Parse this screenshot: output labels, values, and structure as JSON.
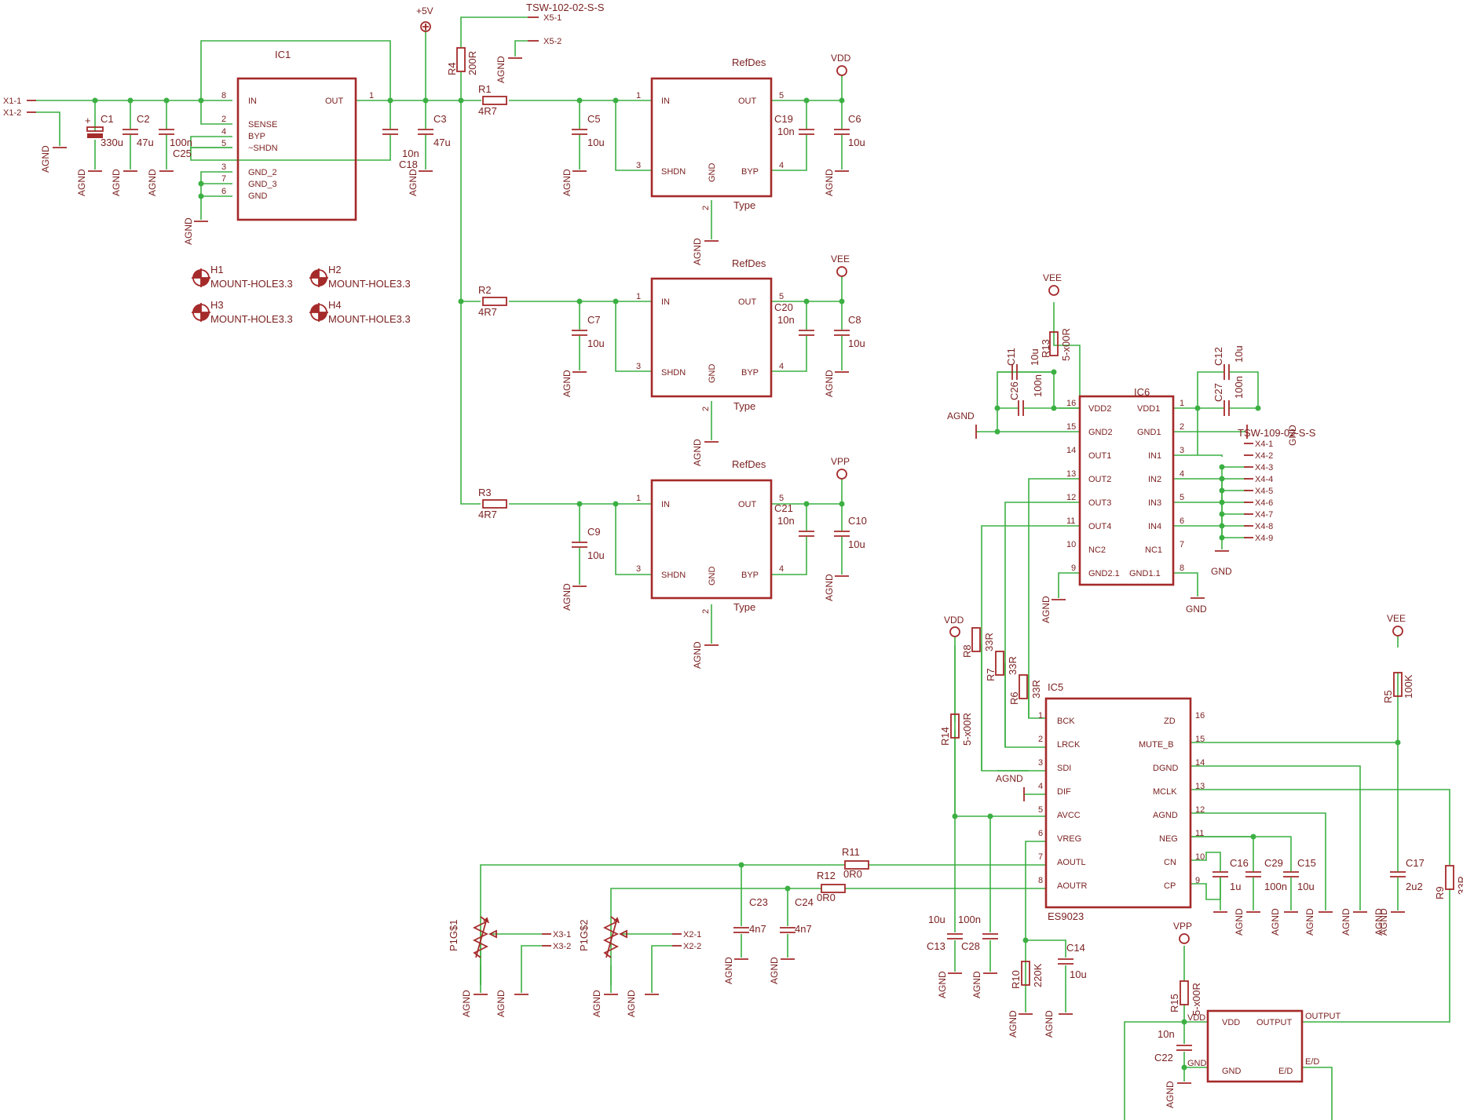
{
  "ic1": {
    "ref": "IC1",
    "in": "IN",
    "out": "OUT",
    "sense": "SENSE",
    "byp": "BYP",
    "shdn": "~SHDN",
    "gnd2": "GND_2",
    "gnd3": "GND_3",
    "gnd": "GND",
    "p8": "8",
    "p1": "1",
    "p2": "2",
    "p4": "4",
    "p5": "5",
    "p3": "3",
    "p7": "7",
    "p6": "6"
  },
  "ldo": {
    "refdes": "RefDes",
    "type": "Type",
    "in": "IN",
    "out": "OUT",
    "shdn": "SHDN",
    "gnd": "GND",
    "byp": "BYP",
    "p1": "1",
    "p5": "5",
    "p3": "3",
    "p4": "4",
    "p2": "2"
  },
  "ic6": {
    "ref": "IC6",
    "vdd2": "VDD2",
    "vdd1": "VDD1",
    "gnd2": "GND2",
    "gnd1": "GND1",
    "out1": "OUT1",
    "in1": "IN1",
    "out2": "OUT2",
    "in2": "IN2",
    "out3": "OUT3",
    "in3": "IN3",
    "out4": "OUT4",
    "in4": "IN4",
    "nc2": "NC2",
    "nc1": "NC1",
    "gnd21": "GND2.1",
    "gnd11": "GND1.1",
    "p16": "16",
    "p15": "15",
    "p14": "14",
    "p13": "13",
    "p12": "12",
    "p11": "11",
    "p10": "10",
    "p9": "9",
    "p1": "1",
    "p2": "2",
    "p3": "3",
    "p4": "4",
    "p5": "5",
    "p6": "6",
    "p7": "7",
    "p8": "8"
  },
  "ic5": {
    "ref": "IC5",
    "part": "ES9023",
    "bck": "BCK",
    "lrck": "LRCK",
    "sdi": "SDI",
    "dif": "DIF",
    "avcc": "AVCC",
    "vreg": "VREG",
    "aoutl": "AOUTL",
    "aoutr": "AOUTR",
    "zd": "ZD",
    "mute": "MUTE_B",
    "dgnd": "DGND",
    "mclk": "MCLK",
    "agnd": "AGND",
    "neg": "NEG",
    "cn": "CN",
    "cp": "CP",
    "p1": "1",
    "p2": "2",
    "p3": "3",
    "p4": "4",
    "p5": "5",
    "p6": "6",
    "p7": "7",
    "p8": "8",
    "p16": "16",
    "p15": "15",
    "p14": "14",
    "p13": "13",
    "p12": "12",
    "p11": "11",
    "p10": "10",
    "p9": "9"
  },
  "osc": {
    "vdd": "VDD",
    "output": "OUTPUT",
    "gnd": "GND",
    "ed": "E/D",
    "n_vdd": "VDD",
    "n_output": "OUTPUT",
    "n_gnd": "GND",
    "n_ed": "E/D"
  },
  "nets": {
    "plus5v": "+5V",
    "vdd": "VDD",
    "vee": "VEE",
    "vpp": "VPP",
    "agnd": "AGND",
    "gnd": "GND",
    "tsw": "TSW-102-02-S-S",
    "tsw4": "TSW-109-02-S-S"
  },
  "connectors": {
    "x1_1": "X1-1",
    "x1_2": "X1-2",
    "x5_1": "X5-1",
    "x5_2": "X5-2",
    "x3_1": "X3-1",
    "x3_2": "X3-2",
    "x2_1": "X2-1",
    "x2_2": "X2-2",
    "x4": [
      "X4-1",
      "X4-2",
      "X4-3",
      "X4-4",
      "X4-5",
      "X4-6",
      "X4-7",
      "X4-8",
      "X4-9"
    ]
  },
  "mount": {
    "h1": "H1",
    "h2": "H2",
    "h3": "H3",
    "h4": "H4",
    "part": "MOUNT-HOLE3.3"
  },
  "parts": {
    "C1": "C1",
    "C1v": "330u",
    "C2": "C2",
    "C2v": "47u",
    "C25": "C25",
    "C25v": "100n",
    "C18": "C18",
    "C18v": "10n",
    "C3": "C3",
    "C3v": "47u",
    "R4": "R4",
    "R4v": "200R",
    "R1": "R1",
    "R1v": "4R7",
    "R2": "R2",
    "R2v": "4R7",
    "R3": "R3",
    "R3v": "4R7",
    "C5": "C5",
    "C5v": "10u",
    "C7": "C7",
    "C7v": "10u",
    "C9": "C9",
    "C9v": "10u",
    "C19": "C19",
    "C19v": "10n",
    "C6": "C6",
    "C6v": "10u",
    "C20": "C20",
    "C20v": "10n",
    "C8": "C8",
    "C8v": "10u",
    "C21": "C21",
    "C21v": "10n",
    "C10": "C10",
    "C10v": "10u",
    "C11": "C11",
    "C11v": "10u",
    "C26": "C26",
    "C26v": "100n",
    "R13": "R13",
    "R13v": "5-x00R",
    "C12": "C12",
    "C12v": "10u",
    "C27": "C27",
    "C27v": "100n",
    "R8": "R8",
    "R8v": "33R",
    "R7": "R7",
    "R7v": "33R",
    "R6": "R6",
    "R6v": "33R",
    "R14": "R14",
    "R14v": "5-x00R",
    "R5": "R5",
    "R5v": "100K",
    "R11": "R11",
    "R11v": "0R0",
    "R12": "R12",
    "R12v": "0R0",
    "C23": "C23",
    "C23v": "4n7",
    "C24": "C24",
    "C24v": "4n7",
    "C13": "C13",
    "C13v": "10u",
    "C28": "C28",
    "C28v": "100n",
    "R10": "R10",
    "R10v": "220K",
    "C14": "C14",
    "C14v": "10u",
    "C16": "C16",
    "C16v": "1u",
    "C29": "C29",
    "C29v": "100n",
    "C15": "C15",
    "C15v": "10u",
    "C17": "C17",
    "C17v": "2u2",
    "R9": "R9",
    "R9v": "33R",
    "R15": "R15",
    "R15v": "5-x00R",
    "C22": "C22",
    "C22v": "10n",
    "P1": "P1G$1",
    "P2": "P1G$2"
  }
}
